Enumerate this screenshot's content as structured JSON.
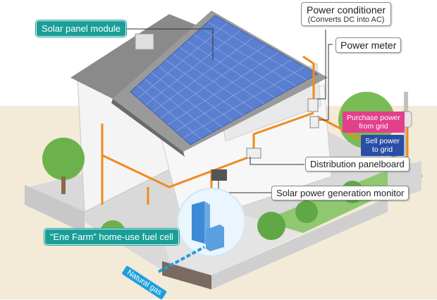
{
  "diagram": {
    "title": "Residential solar power and fuel cell system",
    "labels": {
      "solar_panel_module": "Solar panel module",
      "power_conditioner": "Power conditioner",
      "power_conditioner_note": "(Converts DC into AC)",
      "power_meter": "Power meter",
      "purchase_power": "Purchase power from grid",
      "purchase_power_l1": "Purchase power",
      "purchase_power_l2": "from grid",
      "sell_power_l1": "Sell power",
      "sell_power_l2": "to grid",
      "distribution_panelboard": "Distribution panelboard",
      "solar_monitor": "Solar power generation monitor",
      "ene_farm": "“Ene Farm” home-use fuel cell",
      "natural_gas": "Natural gas"
    },
    "colors": {
      "wiring": "#f08a1c",
      "label_teal": "#1a9e98",
      "purchase_pink": "#e23f8d",
      "sell_blue": "#2a4ea5",
      "gas_blue": "#1fa0dc",
      "ground": "#f3ead8",
      "solar_panel": "#5b7fd0"
    }
  }
}
